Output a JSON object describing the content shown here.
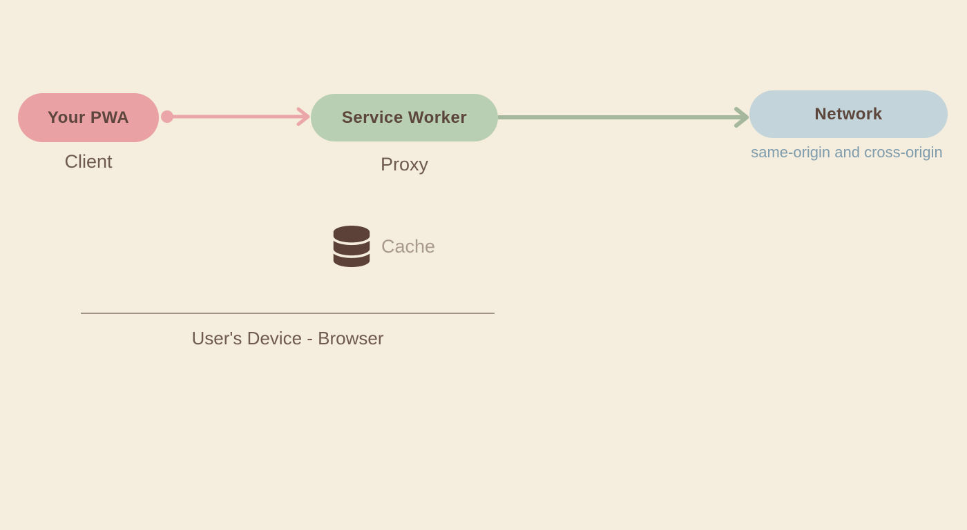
{
  "colors": {
    "background": "#f5eddd",
    "pill_pwa_bg": "#e9a1a4",
    "pill_sw_bg": "#b9cfb3",
    "pill_net_bg": "#c3d5da",
    "pill_text": "#5c453c",
    "label_text": "#6e5a50",
    "arrow_pink": "#eba6a9",
    "arrow_green": "#a5b89d",
    "net_sub": "#7f9cad",
    "cache_icon": "#5b4137",
    "cache_label": "#a99a90",
    "boundary_line": "#a4938b"
  },
  "diagram": {
    "nodes": {
      "pwa": {
        "label": "Your PWA",
        "sublabel": "Client"
      },
      "service_worker": {
        "label": "Service Worker",
        "sublabel": "Proxy"
      },
      "network": {
        "label": "Network",
        "sublabel": "same-origin and cross-origin"
      }
    },
    "cache": {
      "label": "Cache"
    },
    "device_boundary": {
      "label": "User's Device - Browser"
    }
  }
}
